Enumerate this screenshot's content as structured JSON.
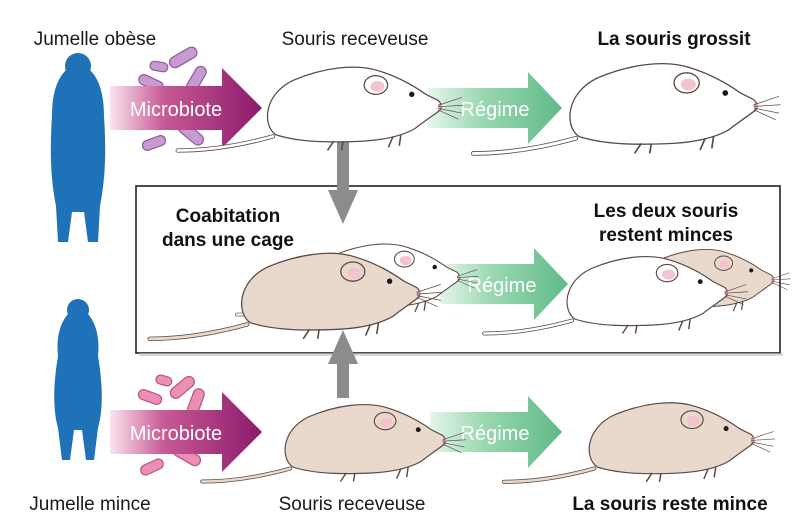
{
  "labels": {
    "obese_twin": "Jumelle obèse",
    "lean_twin": "Jumelle mince",
    "recipient_top": "Souris receveuse",
    "recipient_bottom": "Souris receveuse",
    "mouse_gains": "La souris grossit",
    "mouse_stays_lean": "La souris reste mince",
    "cohabitation_line1": "Coabitation",
    "cohabitation_line2": "dans une cage",
    "both_lean_line1": "Les deux souris",
    "both_lean_line2": "restent minces"
  },
  "arrows": {
    "microbiota_top": "Microbiote",
    "microbiota_bottom": "Microbiote",
    "diet_top": "Régime",
    "diet_middle": "Régime",
    "diet_bottom": "Régime"
  },
  "colors": {
    "twin_silhouette": "#1f72b8",
    "microbiota_arrow": "#8b1a6b",
    "diet_arrow": "#6cc497",
    "bacteria_obese": "#c89ad2",
    "bacteria_lean": "#ec8fb4",
    "white_mouse": "#ffffff",
    "tan_mouse": "#e8d9cc",
    "gray_arrow": "#8c8c8c"
  }
}
